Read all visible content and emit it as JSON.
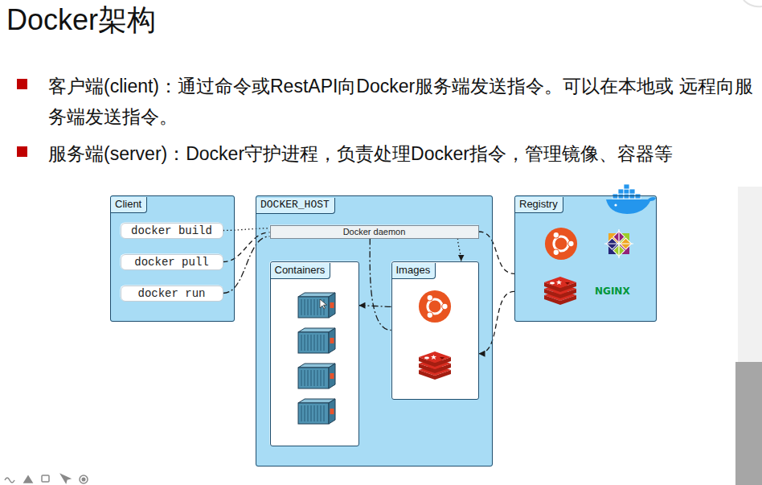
{
  "diagram": {
    "title": "Docker架构",
    "nodes": [
      {
        "text": [
          "Client"
        ]
      },
      {
        "text": [
          "docker build"
        ],
        "in": 0
      },
      {
        "text": [
          "docker pull"
        ],
        "in": 0
      },
      {
        "text": [
          "docker run"
        ],
        "in": 0
      },
      {
        "text": [
          "DOCKER_HOST"
        ]
      },
      {
        "text": [
          "Docker daemon"
        ],
        "in": 4
      },
      {
        "text": [
          "Containers"
        ],
        "in": 4
      },
      {
        "text": [
          "Images"
        ],
        "in": 4
      },
      {
        "text": [
          "Registry"
        ]
      }
    ],
    "edges": [
      {
        "from": 1,
        "to": 5,
        "arrow": "none"
      },
      {
        "from": 2,
        "to": 5,
        "arrow": "none"
      },
      {
        "from": 3,
        "to": 5,
        "arrow": "none"
      },
      {
        "from": 5,
        "to": 7,
        "arrow": "to"
      },
      {
        "from": 5,
        "to": 8,
        "arrow": "none"
      },
      {
        "from": 8,
        "to": 7,
        "arrow": "to"
      },
      {
        "from": 7,
        "to": 6,
        "arrow": "to"
      },
      {
        "from": 5,
        "to": 7,
        "arrow": "none"
      }
    ],
    "labels": [
      "客户端(client)：通过命令或RestAPI向Docker服务端发送指令。可以在本地或 远程向服务端发送指令。",
      "服务端(server)：Docker守护进程，负责处理Docker指令，管理镜像、容器等",
      "NGINX"
    ]
  }
}
